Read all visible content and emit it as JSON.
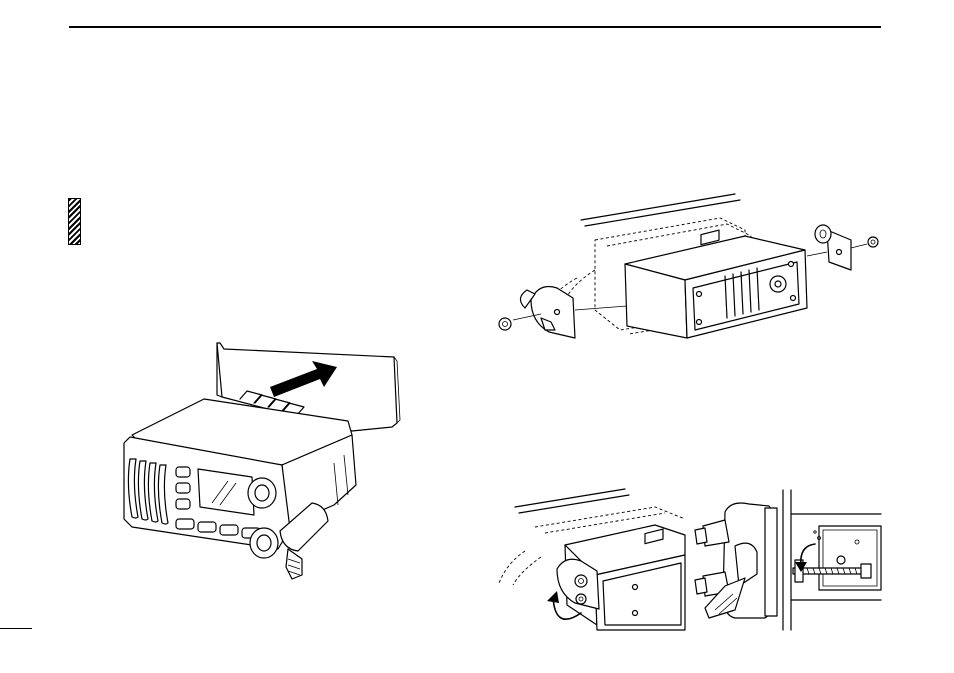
{
  "page": {
    "has_header_rule": true,
    "has_caution_marker": true
  },
  "figures": [
    {
      "name": "front-panel-insertion"
    },
    {
      "name": "flush-mount-brackets-exploded"
    },
    {
      "name": "bracket-attach-closeup"
    },
    {
      "name": "bracket-tighten-closeup"
    }
  ]
}
